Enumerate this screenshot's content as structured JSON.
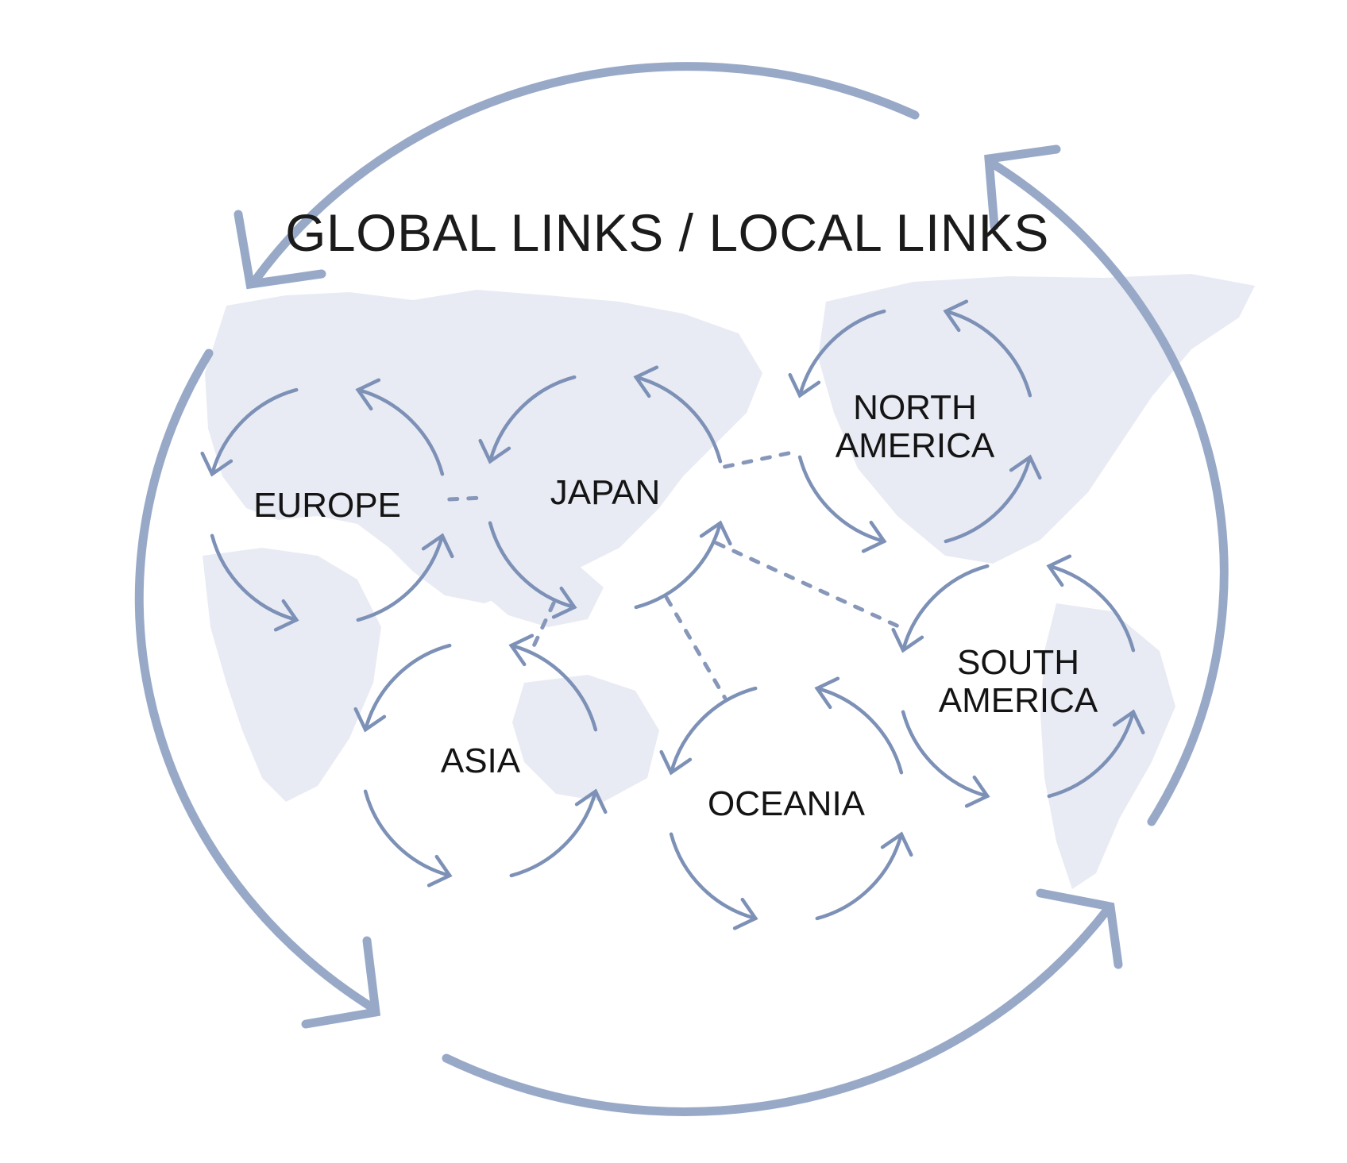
{
  "title": "GLOBAL LINKS / LOCAL LINKS",
  "colors": {
    "outer_ring": "#98a9c8",
    "node_cycle": "#7d91b7",
    "links": "#8797ba",
    "world_map": "#e9ebf4",
    "text": "#141414"
  },
  "nodes": [
    {
      "id": "europe",
      "lines": [
        "EUROPE"
      ]
    },
    {
      "id": "japan",
      "lines": [
        "JAPAN"
      ]
    },
    {
      "id": "north-america",
      "lines": [
        "NORTH",
        "AMERICA"
      ]
    },
    {
      "id": "asia",
      "lines": [
        "ASIA"
      ]
    },
    {
      "id": "oceania",
      "lines": [
        "OCEANIA"
      ]
    },
    {
      "id": "south-america",
      "lines": [
        "SOUTH",
        "AMERICA"
      ]
    }
  ],
  "links": [
    {
      "from": "europe",
      "to": "japan"
    },
    {
      "from": "japan",
      "to": "north-america"
    },
    {
      "from": "japan",
      "to": "south-america"
    },
    {
      "from": "japan",
      "to": "asia"
    },
    {
      "from": "japan",
      "to": "oceania"
    }
  ]
}
